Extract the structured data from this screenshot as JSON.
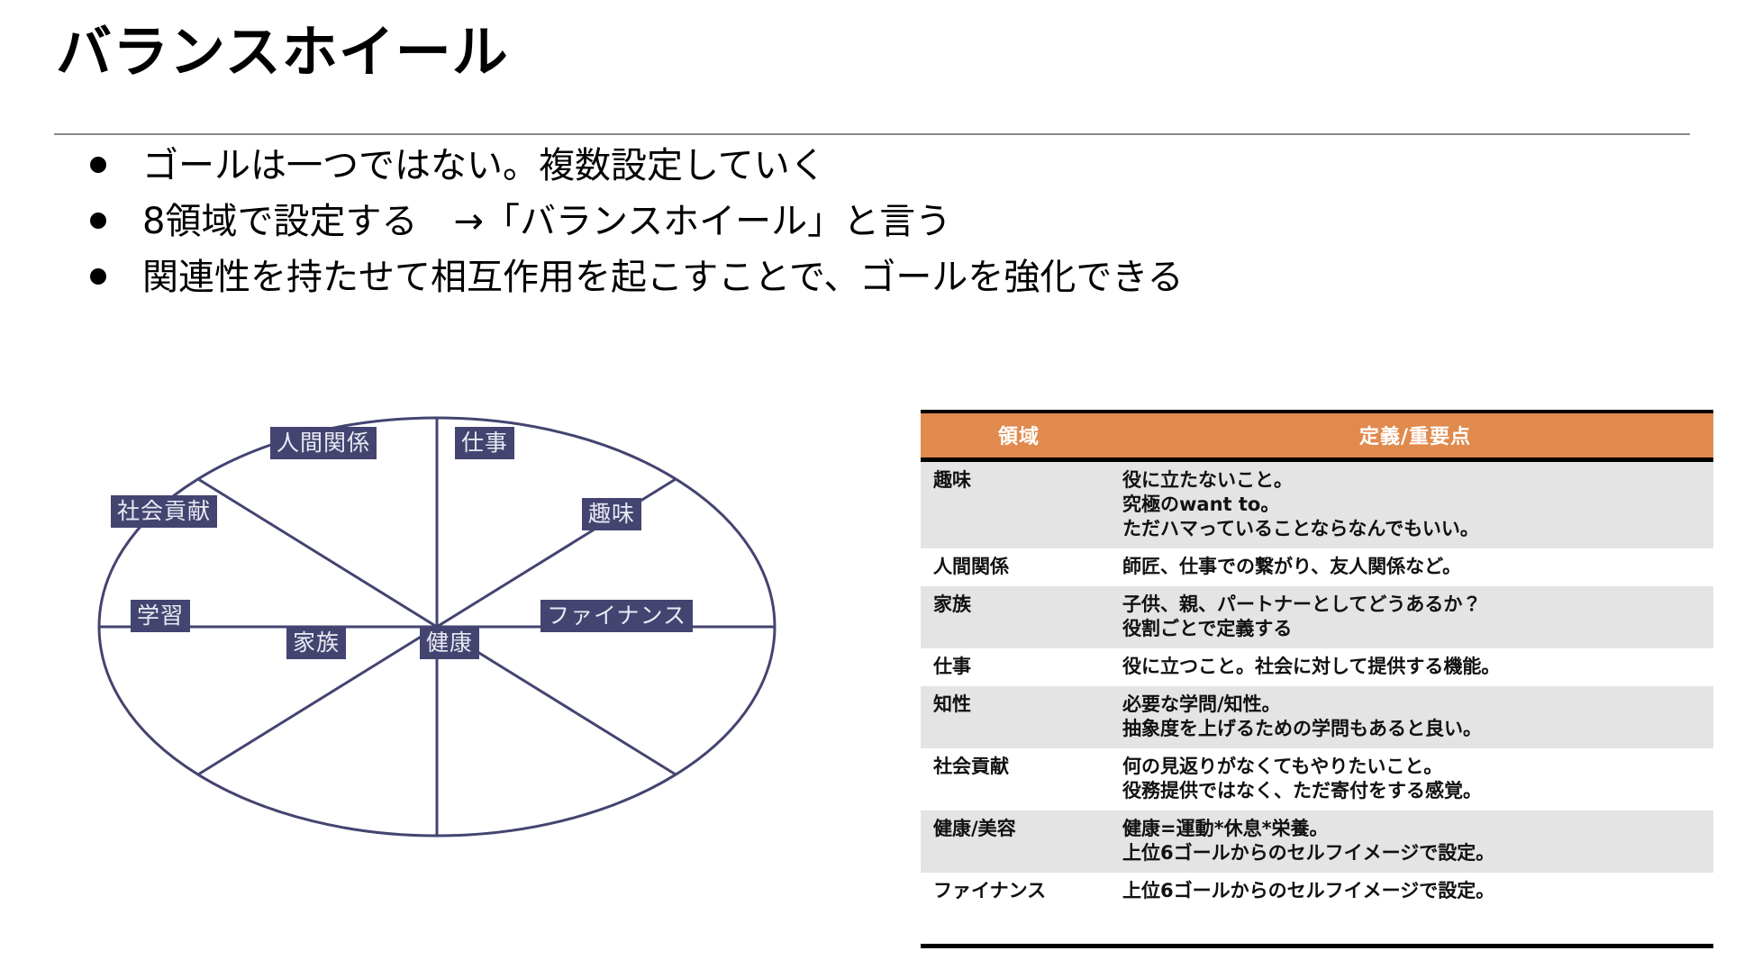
{
  "slide": {
    "title": "バランスホイール",
    "bullets": [
      "ゴールは一つではない。複数設定していく",
      "8領域で設定する　→「バランスホイール」と言う",
      "関連性を持たせて相互作用を起こすことで、ゴールを強化できる"
    ]
  },
  "wheel": {
    "labels": [
      {
        "key": "人間関係",
        "text": "人間関係"
      },
      {
        "key": "仕事",
        "text": "仕事"
      },
      {
        "key": "社会貢献",
        "text": "社会貢献"
      },
      {
        "key": "趣味",
        "text": "趣味"
      },
      {
        "key": "学習",
        "text": "学習"
      },
      {
        "key": "ファイナンス",
        "text": "ファイナンス"
      },
      {
        "key": "家族",
        "text": "家族"
      },
      {
        "key": "健康",
        "text": "健康"
      }
    ],
    "colors": {
      "outline": "#434470",
      "label_bg": "#434470",
      "label_text": "#e9eaf2"
    }
  },
  "table": {
    "colors": {
      "header_bg": "#E08A4E",
      "header_text": "#FFFFFF",
      "row_shaded_bg": "#E4E4E4",
      "rule": "#000000"
    },
    "headers": [
      "領域",
      "定義/重要点"
    ],
    "rows": [
      {
        "domain": "趣味",
        "definition": "役に立たないこと。\n究極のwant to。\nただハマっていることならなんでもいい。",
        "shaded": true
      },
      {
        "domain": "人間関係",
        "definition": "師匠、仕事での繋がり、友人関係など。",
        "shaded": false
      },
      {
        "domain": "家族",
        "definition": "子供、親、パートナーとしてどうあるか？\n役割ごとで定義する",
        "shaded": true
      },
      {
        "domain": "仕事",
        "definition": "役に立つこと。社会に対して提供する機能。",
        "shaded": false
      },
      {
        "domain": "知性",
        "definition": "必要な学問/知性。\n抽象度を上げるための学問もあると良い。",
        "shaded": true
      },
      {
        "domain": "社会貢献",
        "definition": "何の見返りがなくてもやりたいこと。\n役務提供ではなく、ただ寄付をする感覚。",
        "shaded": false
      },
      {
        "domain": "健康/美容",
        "definition": "健康=運動*休息*栄養。\n上位6ゴールからのセルフイメージで設定。",
        "shaded": true
      },
      {
        "domain": "ファイナンス",
        "definition": "上位6ゴールからのセルフイメージで設定。",
        "shaded": false
      }
    ]
  }
}
